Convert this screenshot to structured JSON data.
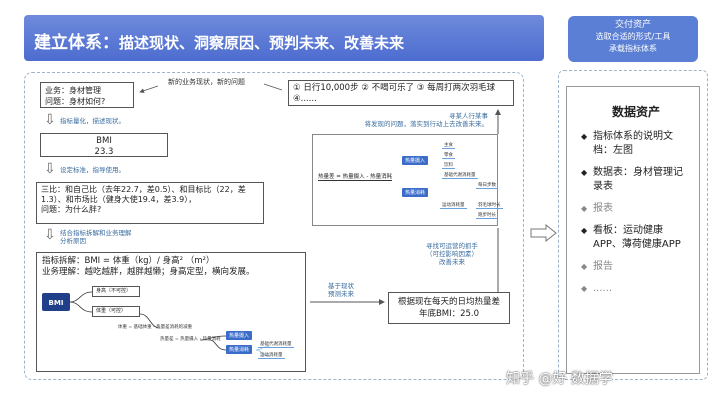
{
  "header": {
    "title_strong": "建立体系：",
    "title_rest": "描述现状、洞察原因、预判未来、改善未来"
  },
  "delivery": {
    "line1": "交付资产",
    "line2": "选取合适的形式/工具",
    "line3": "承载指标体系"
  },
  "assets_panel": {
    "title": "数据资产",
    "items": [
      {
        "text": "指标体系的说明文档：左图",
        "active": true
      },
      {
        "text": "数据表：身材管理记录表",
        "active": true
      },
      {
        "text": "报表",
        "active": false
      },
      {
        "text": "看板：运动健康APP、薄荷健康APP",
        "active": true
      },
      {
        "text": "报告",
        "active": false
      },
      {
        "text": "......",
        "active": false
      }
    ]
  },
  "flow": {
    "box_business": "业务：身材管理\n问题：身材如何?",
    "note_new_issue": "新的业务现状，新的问题",
    "box_events": "① 日行10,000步  ② 不喝可乐了  ③ 每周打两次羽毛球\n④......",
    "note_quantify": "指标量化，描述现状。",
    "box_bmi": "BMI\n23.3",
    "note_standard": "设定标准，指导使用。",
    "box_compare": "三比：和自己比（去年22.7，差0.5）、和目标比（22，差1.3）、和市场比（健身大使19.4，差3.9），\n问题：为什么胖?",
    "note_split": "结合指标拆解和业务理解\n分析原因",
    "box_split_line1": "指标拆解：BMI = 体重（kg）/ 身高² （m²）",
    "box_split_line2": "业务理解：越吃越胖，越胖越懒；身高定型，横向发展。",
    "note_find_root": "寻某人行某事\n将发现的问题，落实到行动上去改善未来。",
    "note_find_levers": "寻找可运营的抓手\n（可控影响因素）\n改善未来",
    "note_predict": "基于现状\n预测未来",
    "box_predict": "根据现在每天的日均热量差\n年底BMI：25.0"
  },
  "mindmap_top": {
    "root": "热量差 = 热量摄入 - 热量消耗",
    "node_in": "热量摄入",
    "node_out": "热量消耗",
    "in_leaves": [
      "主食",
      "零食",
      "饮料"
    ],
    "out_leaves": [
      "基础代谢消耗量",
      "每日步数",
      "运动消耗量",
      "羽毛球时长",
      "跑步时长"
    ]
  },
  "mindmap_bottom": {
    "root": "BMI",
    "node_height": "身高（不可控）",
    "node_weight": "体重（可控）",
    "formula": "体重 = 基础体重 - 热量差消耗的减重",
    "sub_root": "热量差 = 热量摄入 - 热量消耗",
    "node_in": "热量摄入",
    "node_out": "热量消耗",
    "out_leaves": [
      "基础代谢消耗量",
      "运动消耗量"
    ]
  },
  "watermark": "知乎 @好 数据学"
}
